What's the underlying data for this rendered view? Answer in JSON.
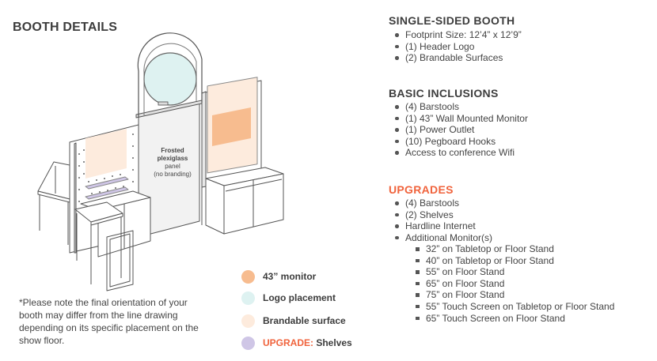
{
  "title": "BOOTH DETAILS",
  "drawing": {
    "panel_label": [
      "Frosted",
      "plexiglass",
      "panel",
      "(no branding)"
    ]
  },
  "legend": [
    {
      "label": "43” monitor",
      "color": "#f7bc8f"
    },
    {
      "label": "Logo placement",
      "color": "#def2f1"
    },
    {
      "label": "Brandable surface",
      "color": "#fdebdd"
    },
    {
      "label_highlight": "UPGRADE:",
      "label": " Shelves",
      "color": "#cfc6e6"
    }
  ],
  "note": "*Please note the final orientation of your booth may differ from the line drawing depending on its specific placement on the show floor.",
  "accent_color": "#f0633c",
  "single_sided": {
    "title": "SINGLE-SIDED BOOTH",
    "items": [
      "Footprint Size: 12’4” x 12’9”",
      "(1) Header Logo",
      "(2) Brandable Surfaces"
    ]
  },
  "basic": {
    "title": "BASIC INCLUSIONS",
    "items": [
      "(4) Barstools",
      "(1) 43” Wall Mounted Monitor",
      "(1) Power Outlet",
      "(10) Pegboard Hooks",
      "Access to conference Wifi"
    ]
  },
  "upgrades": {
    "title": "UPGRADES",
    "items": [
      "(4) Barstools",
      "(2) Shelves",
      "Hardline Internet",
      "Additional Monitor(s)"
    ],
    "monitor_options": [
      "32” on Tabletop  or Floor Stand",
      "40” on Tabletop or Floor Stand",
      "55” on Floor Stand",
      "65” on Floor Stand",
      "75” on Floor Stand",
      "55” Touch Screen on Tabletop or Floor Stand",
      "65” Touch Screen on Floor Stand"
    ]
  }
}
